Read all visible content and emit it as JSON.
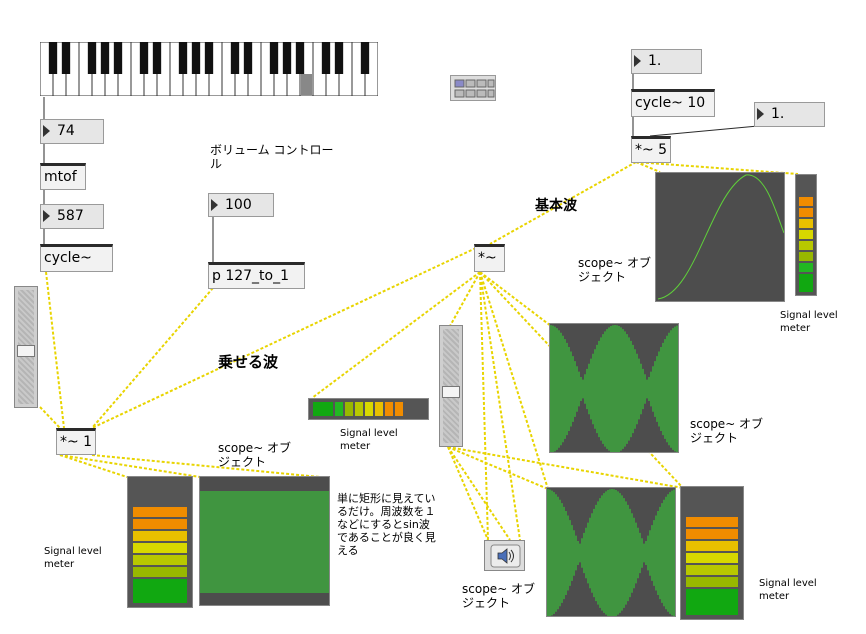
{
  "colors": {
    "patch_cord": "#e8d400",
    "signal_green": "#33dd33",
    "scope_bg": "#4d4d4d"
  },
  "keyboard": {
    "active_key_label": "74"
  },
  "left_chain": {
    "note_number": "74",
    "mtof_label": "mtof",
    "frequency": "587",
    "cycle_label": "cycle~",
    "multiply_label": "*~ 1"
  },
  "volume": {
    "title": "ボリューム コントロール",
    "value": "100",
    "subpatch_label": "p 127_to_1"
  },
  "labels": {
    "modulating_wave": "乗せる波",
    "fundamental_wave": "基本波",
    "scope_object": "scope~ オブジェクト",
    "signal_meter": "Signal level meter",
    "note": "単に矩形に見えているだけ。周波数を１などにするとsin波であることが良く見える"
  },
  "right_chain": {
    "freq_value": "1.",
    "cycle_label": "cycle~ 10",
    "gain_value": "1.",
    "multiply_label": "*~ 5"
  },
  "center": {
    "multiply_label": "*~"
  },
  "dac": {
    "icon": "speaker-icon"
  }
}
